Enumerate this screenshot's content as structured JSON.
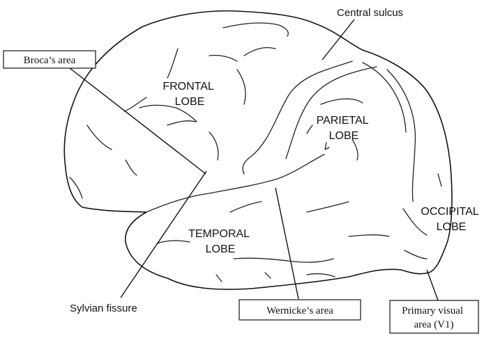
{
  "lobes": {
    "frontal": [
      "FRONTAL",
      "LOBE"
    ],
    "parietal": [
      "PARIETAL",
      "LOBE"
    ],
    "temporal": [
      "TEMPORAL",
      "LOBE"
    ],
    "occipital": [
      "OCCIPITAL",
      "LOBE"
    ]
  },
  "labels": {
    "central_sulcus": "Central sulcus",
    "sylvian_fissure": "Sylvian fissure",
    "brocas_area": "Broca’s area",
    "wernickes_area": "Wernicke’s area",
    "primary_visual_area": [
      "Primary visual",
      "area (V1)"
    ]
  }
}
